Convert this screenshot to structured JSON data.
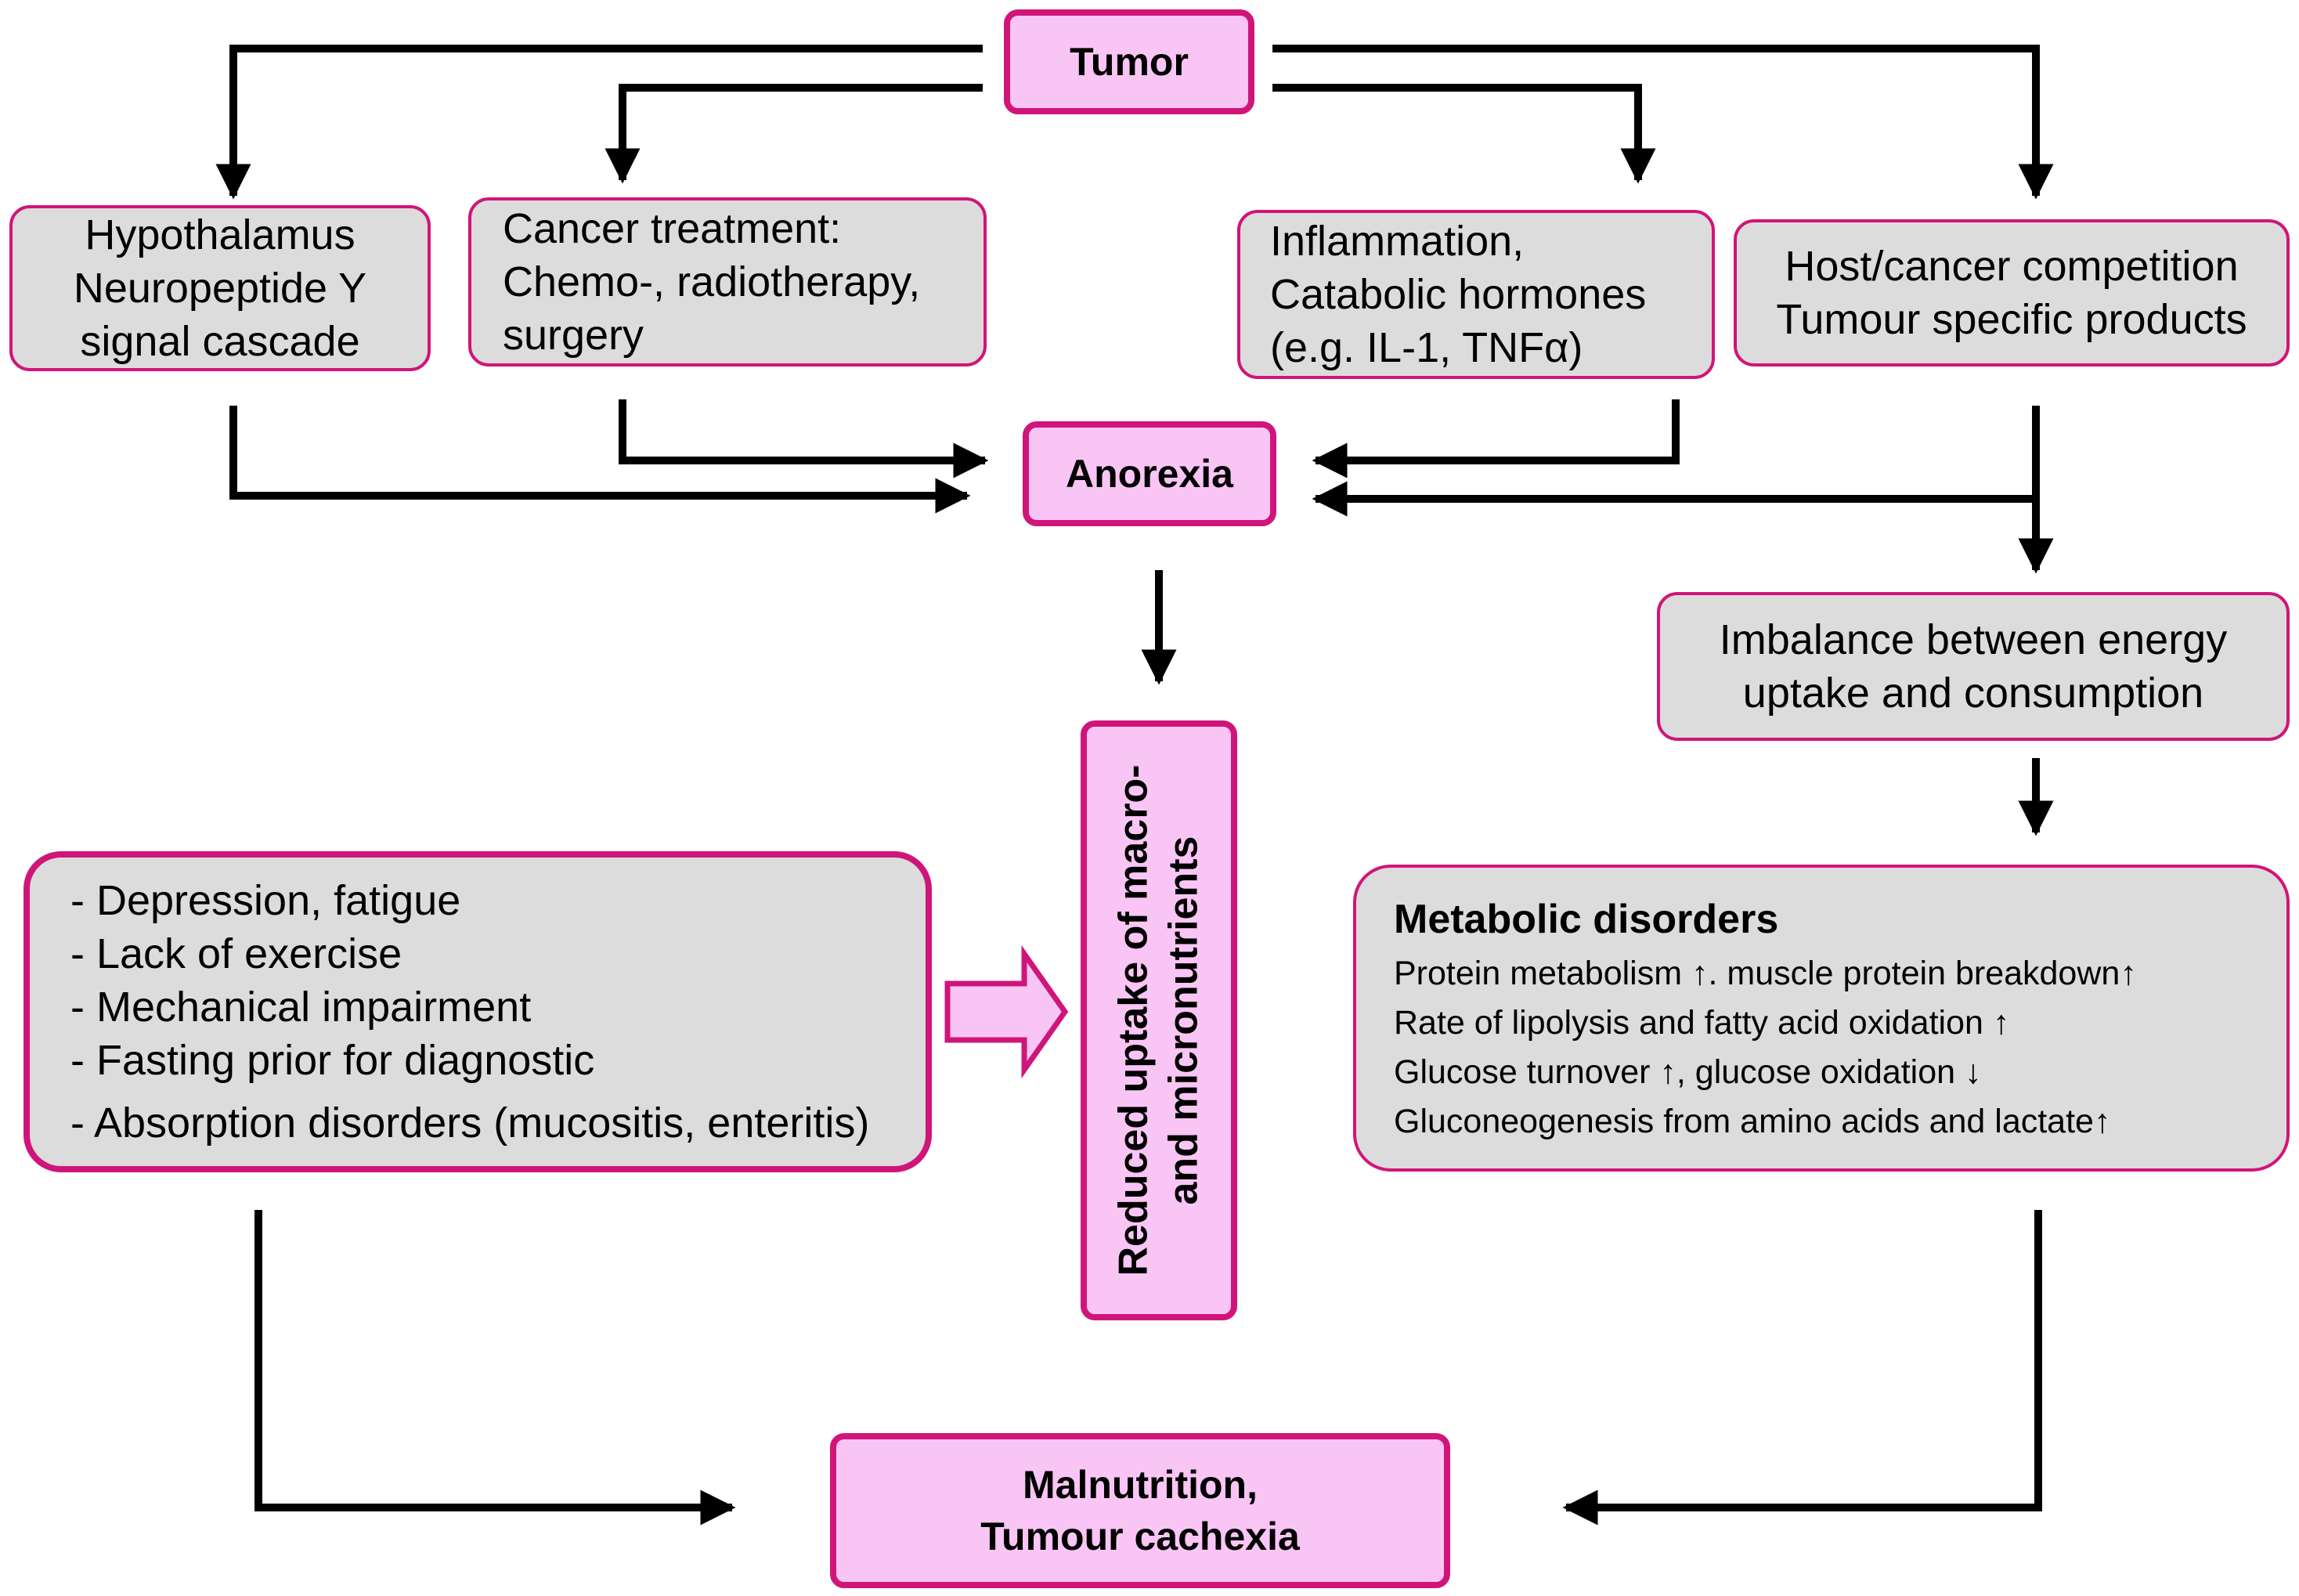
{
  "nodes": {
    "tumor": "Tumor",
    "hypothalamus": [
      "Hypothalamus",
      "Neuropeptide Y",
      "signal cascade"
    ],
    "cancer_treatment": [
      "Cancer treatment:",
      "Chemo-, radiotherapy,",
      "surgery"
    ],
    "inflammation": [
      "Inflammation,",
      "Catabolic hormones",
      "(e.g. IL-1, TNFα)"
    ],
    "host_competition": [
      "Host/cancer competition",
      "Tumour specific products"
    ],
    "anorexia": "Anorexia",
    "imbalance": [
      "Imbalance between energy",
      "uptake and consumption"
    ],
    "reduced_uptake": [
      "Reduced uptake of macro-",
      "and micronutrients"
    ],
    "factors": [
      "- Depression, fatigue",
      "- Lack of exercise",
      "- Mechanical impairment",
      "- Fasting prior for diagnostic",
      "- Absorption disorders (mucositis, enteritis)"
    ],
    "metabolic": {
      "title": "Metabolic disorders",
      "lines": [
        "Protein metabolism ↑. muscle protein breakdown↑",
        "Rate of lipolysis and fatty acid oxidation ↑",
        "Glucose turnover ↑, glucose oxidation ↓",
        "Gluconeogenesis from amino acids and lactate↑"
      ]
    },
    "malnutrition": [
      "Malnutrition,",
      "Tumour cachexia"
    ]
  },
  "colors": {
    "accent": "#d0157a",
    "pink_fill": "#f9c5f4",
    "grey_fill": "#dcdcdc",
    "arrow": "#000000"
  }
}
